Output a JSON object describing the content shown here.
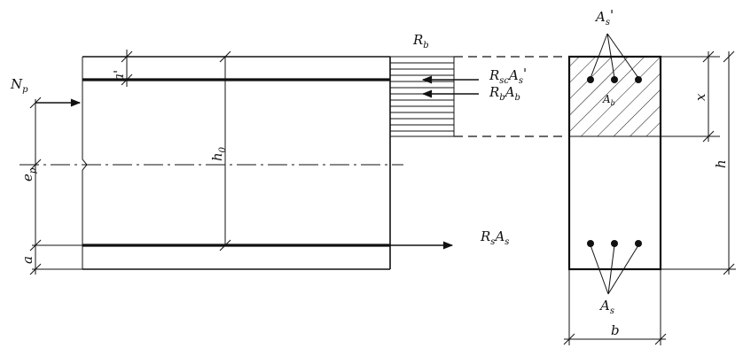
{
  "diagram": {
    "labels": {
      "Np": {
        "main": "N",
        "sub": "p"
      },
      "ep": {
        "main": "e",
        "sub": "p"
      },
      "a": {
        "main": "a"
      },
      "a_prime": {
        "main": "a'"
      },
      "h0": {
        "main": "h",
        "sub": "0"
      },
      "Rb": {
        "main": "R",
        "sub": "b"
      },
      "RscAs_prime": {
        "main1": "R",
        "sub1": "sc",
        "main2": "A",
        "sub2": "s",
        "tail": "'"
      },
      "RbAb": {
        "main1": "R",
        "sub1": "b",
        "main2": "A",
        "sub2": "b"
      },
      "RsAs": {
        "main1": "R",
        "sub1": "s",
        "main2": "A",
        "sub2": "s"
      },
      "As_prime": {
        "main": "A",
        "sub": "s",
        "tail": "'"
      },
      "Ab": {
        "main": "A",
        "sub": "b"
      },
      "As": {
        "main": "A",
        "sub": "s"
      },
      "x": {
        "main": "x"
      },
      "h": {
        "main": "h"
      },
      "b": {
        "main": "b"
      }
    }
  }
}
